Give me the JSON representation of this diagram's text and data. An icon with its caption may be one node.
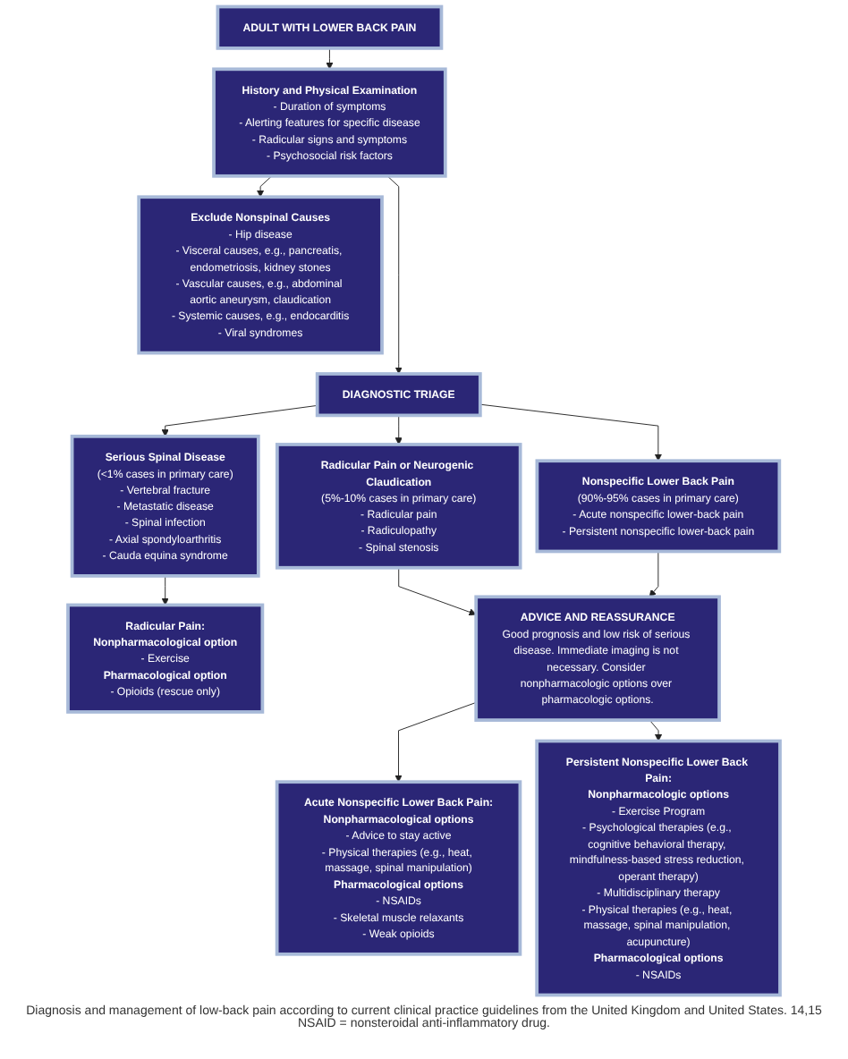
{
  "diagram": {
    "caption": "Diagnosis and management of low-back pain according to current clinical practice guidelines from the United Kingdom and United States. 14,15 NSAID = nonsteroidal anti-inflammatory drug.",
    "nodes": [
      {
        "text": [
          "ADULT WITH LOWER BACK PAIN"
        ]
      },
      {
        "text": [
          "History and Physical Examination",
          "- Duration of symptoms",
          "- Alerting features for specific disease",
          "- Radicular signs and symptoms",
          "- Psychosocial risk factors"
        ]
      },
      {
        "text": [
          "Exclude Nonspinal Causes",
          "- Hip disease",
          "- Visceral causes, e.g., pancreatis, endometriosis, kidney stones",
          "- Vascular causes, e.g., abdominal aortic aneurysm, claudication",
          "- Systemic causes, e.g., endocarditis",
          "- Viral syndromes"
        ]
      },
      {
        "text": [
          "DIAGNOSTIC TRIAGE"
        ]
      },
      {
        "text": [
          "Serious Spinal Disease",
          "(<1% cases in primary care)",
          "- Vertebral fracture",
          "- Metastatic disease",
          "- Spinal infection",
          "- Axial spondyloarthritis",
          "- Cauda equina syndrome"
        ]
      },
      {
        "text": [
          "Radicular Pain or Neurogenic Claudication",
          "(5%-10% cases in primary care)",
          "- Radicular pain",
          "- Radiculopathy",
          "- Spinal stenosis"
        ]
      },
      {
        "text": [
          "Nonspecific Lower Back Pain",
          "(90%-95% cases in primary care)",
          "- Acute nonspecific lower-back pain",
          "- Persistent nonspecific lower-back pain"
        ]
      },
      {
        "text": [
          "ADVICE AND REASSURANCE",
          "Good prognosis and low risk of serious disease. Immediate imaging is not necessary. Consider nonpharmacologic options over pharmacologic options."
        ]
      },
      {
        "text": [
          "Radicular Pain:",
          "Nonpharmacological option",
          "- Exercise",
          "Pharmacological option",
          "- Opioids (rescue only)"
        ]
      },
      {
        "text": [
          "Acute Nonspecific Lower Back Pain:",
          "Nonpharmacological options",
          "- Advice to stay active",
          "- Physical therapies (e.g., heat, massage, spinal manipulation)",
          "Pharmacological options",
          "- NSAIDs",
          "- Skeletal muscle relaxants",
          "- Weak opioids"
        ]
      },
      {
        "text": [
          "Persistent Nonspecific Lower Back Pain:",
          "Nonpharmacologic options",
          "- Exercise Program",
          "- Psychological therapies (e.g., cognitive behavioral therapy, mindfulness-based stress reduction, operant therapy)",
          "- Multidisciplinary therapy",
          "- Physical therapies (e.g., heat, massage, spinal manipulation, acupuncture)",
          "Pharmacological options",
          "- NSAIDs"
        ]
      }
    ],
    "edges": [
      {
        "from": 0,
        "to": 1,
        "arrow": "to"
      },
      {
        "from": 1,
        "to": 2,
        "arrow": "to"
      },
      {
        "from": 1,
        "to": 3,
        "arrow": "to"
      },
      {
        "from": 3,
        "to": 4,
        "arrow": "to"
      },
      {
        "from": 3,
        "to": 5,
        "arrow": "to"
      },
      {
        "from": 3,
        "to": 6,
        "arrow": "to"
      },
      {
        "from": 4,
        "to": 8,
        "arrow": "to"
      },
      {
        "from": 5,
        "to": 7,
        "arrow": "to"
      },
      {
        "from": 6,
        "to": 7,
        "arrow": "to"
      },
      {
        "from": 7,
        "to": 9,
        "arrow": "to"
      },
      {
        "from": 7,
        "to": 10,
        "arrow": "to"
      }
    ]
  }
}
